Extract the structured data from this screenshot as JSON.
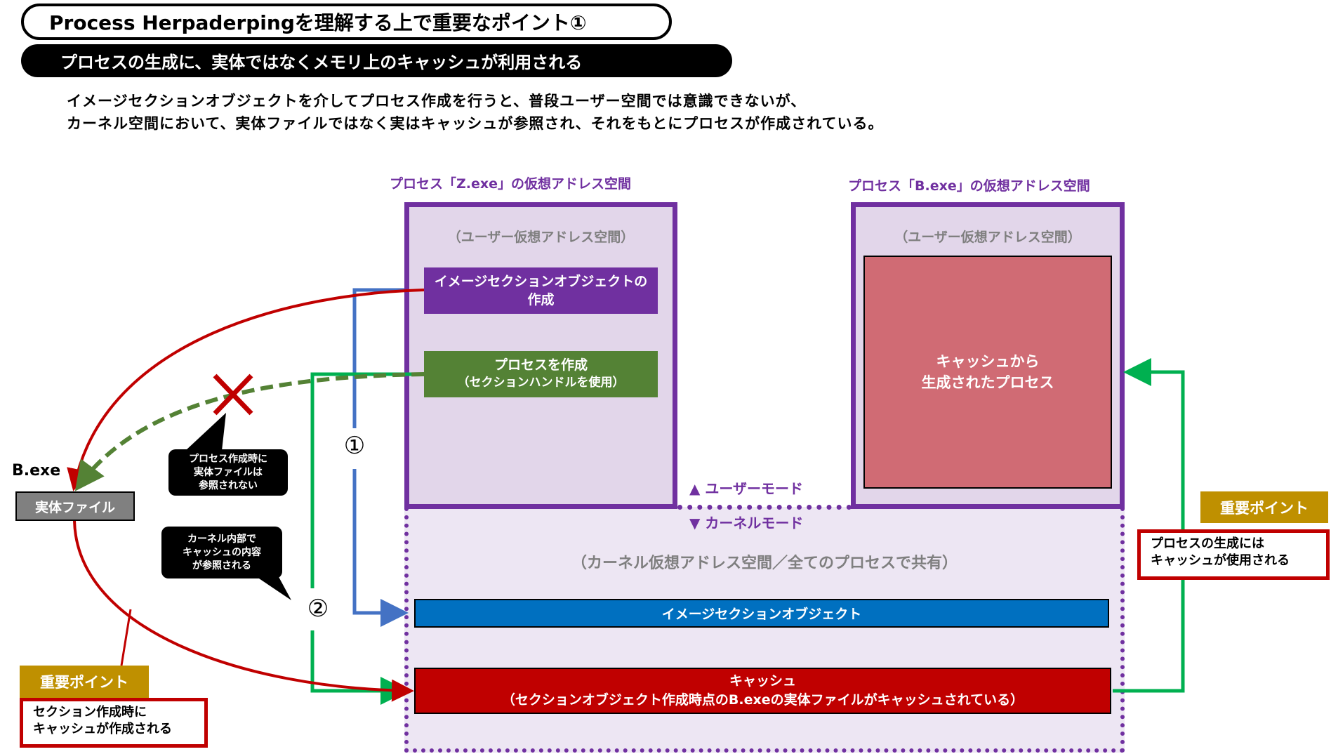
{
  "header": {
    "title": "Process Herpaderpingを理解する上で重要なポイント①",
    "subtitle": "プロセスの生成に、実体ではなくメモリ上のキャッシュが利用される"
  },
  "description": {
    "line1": "イメージセクションオブジェクトを介してプロセス作成を行うと、普段ユーザー空間では意識できないが、",
    "line2": "カーネル空間において、実体ファイルではなく実はキャッシュが参照され、それをもとにプロセスが作成されている。"
  },
  "process_z": {
    "title": "プロセス「Z.exe」の仮想アドレス空間",
    "user_space_label": "（ユーザー仮想アドレス空間）",
    "create_section_label": "イメージセクションオブジェクトの作成",
    "create_process_line1": "プロセスを作成",
    "create_process_line2": "（セクションハンドルを使用）"
  },
  "process_b": {
    "title": "プロセス「B.exe」の仮想アドレス空間",
    "user_space_label": "（ユーザー仮想アドレス空間）",
    "generated_process_line1": "キャッシュから",
    "generated_process_line2": "生成されたプロセス"
  },
  "modes": {
    "user_mode": "▲ ユーザーモード",
    "kernel_mode": "▼ カーネルモード"
  },
  "kernel": {
    "space_label": "（カーネル仮想アドレス空間／全てのプロセスで共有）",
    "section_object_label": "イメージセクションオブジェクト",
    "cache_line1": "キャッシュ",
    "cache_line2": "（セクションオブジェクト作成時点のB.exeの実体ファイルがキャッシュされている）"
  },
  "file": {
    "name": "B.exe",
    "label": "実体ファイル"
  },
  "callouts": {
    "not_referenced": [
      "プロセス作成時に",
      "実体ファイルは",
      "参照されない"
    ],
    "cache_referenced": [
      "カーネル内部で",
      "キャッシュの内容",
      "が参照される"
    ]
  },
  "steps": {
    "step1": "①",
    "step2": "②"
  },
  "important_left": {
    "label": "重要ポイント",
    "line1": "セクション作成時に",
    "line2": "キャッシュが作成される"
  },
  "important_right": {
    "label": "重要ポイント",
    "line1": "プロセスの生成には",
    "line2": "キャッシュが使用される"
  },
  "colors": {
    "purple": "#7030a0",
    "green_box": "#548235",
    "blue_bar": "#0070c0",
    "cache_red": "#c00000",
    "process_red": "#d06b74",
    "gold": "#bf9000",
    "arrow_green": "#00b050",
    "arrow_blue": "#4472c4"
  }
}
